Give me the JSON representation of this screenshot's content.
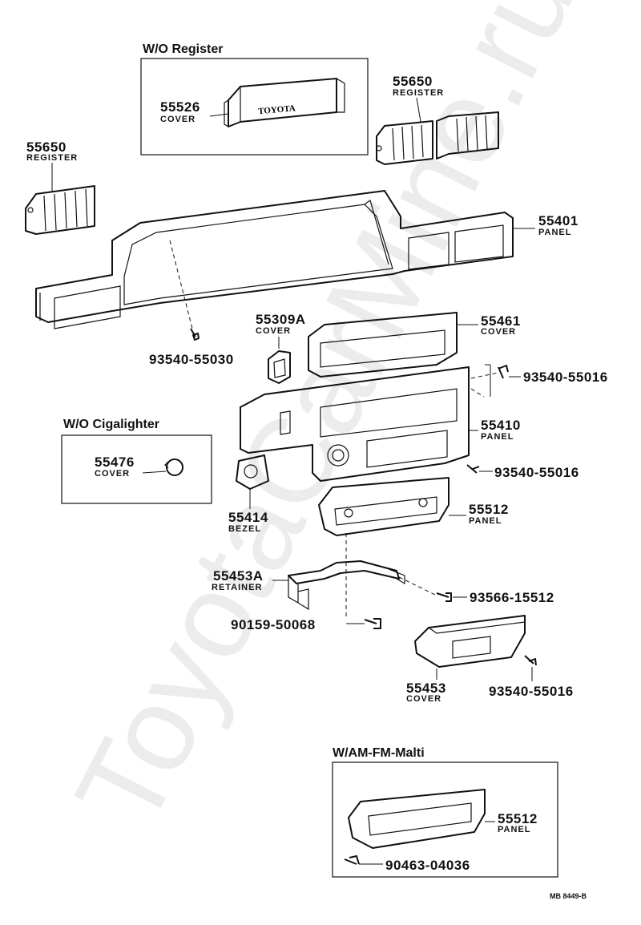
{
  "watermark": "ToyotaCarMine.ru",
  "drawing_id": "MB 8449-B",
  "groups": {
    "wo_register": "W/O Register",
    "wo_cigalighter": "W/O Cigalighter",
    "w_am_fm_multi": "W/AM-FM-Malti"
  },
  "emboss_text": "TOYOTA",
  "parts": [
    {
      "number": "55526",
      "name": "COVER"
    },
    {
      "number": "55650",
      "name": "REGISTER"
    },
    {
      "number": "55650",
      "name": "REGISTER"
    },
    {
      "number": "55401",
      "name": "PANEL"
    },
    {
      "number": "55309A",
      "name": "COVER"
    },
    {
      "number": "55461",
      "name": "COVER"
    },
    {
      "number": "93540-55030",
      "name": ""
    },
    {
      "number": "93540-55016",
      "name": ""
    },
    {
      "number": "55410",
      "name": "PANEL"
    },
    {
      "number": "55476",
      "name": "COVER"
    },
    {
      "number": "93540-55016",
      "name": ""
    },
    {
      "number": "55414",
      "name": "BEZEL"
    },
    {
      "number": "55512",
      "name": "PANEL"
    },
    {
      "number": "55453A",
      "name": "RETAINER"
    },
    {
      "number": "93566-15512",
      "name": ""
    },
    {
      "number": "90159-50068",
      "name": ""
    },
    {
      "number": "55453",
      "name": "COVER"
    },
    {
      "number": "93540-55016",
      "name": ""
    },
    {
      "number": "55512",
      "name": "PANEL"
    },
    {
      "number": "90463-04036",
      "name": ""
    }
  ]
}
